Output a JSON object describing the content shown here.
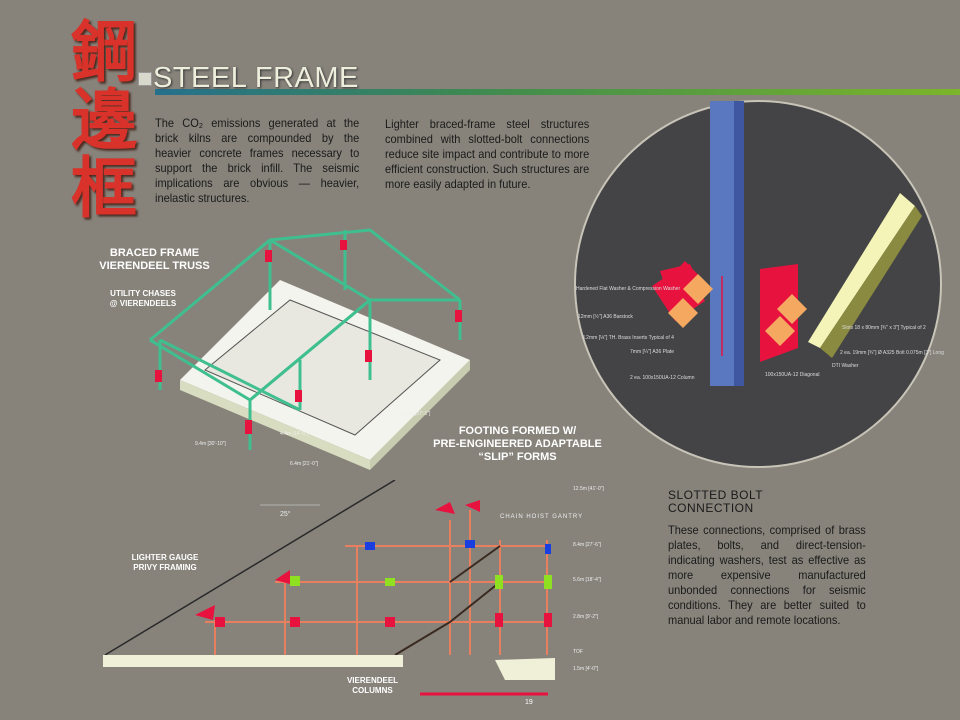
{
  "header": {
    "chinese_title": [
      "鋼",
      "邊",
      "框"
    ],
    "title": "STEEL FRAME"
  },
  "intro": {
    "left_text": "The CO₂ emissions generated at the brick kilns are compounded by the heavier concrete frames necessary to support the brick infill. The seismic implications are obvious — heavier, inelastic structures.",
    "right_text": "Lighter braced-frame steel structures combined with slotted-bolt connections reduce site impact and contribute to more efficient construction. Such structures are more easily adapted in future."
  },
  "iso_diagram": {
    "label_braced": [
      "BRACED FRAME",
      "VIERENDEEL TRUSS"
    ],
    "label_utility": [
      "UTILITY CHASES",
      "@ VIERENDEELS"
    ],
    "label_footing": [
      "FOOTING FORMED W/",
      "PRE-ENGINEERED ADAPTABLE",
      "“SLIP” FORMS"
    ],
    "dims": [
      "9.4m [30'-10\"]",
      "4.4m [14'-5\"]",
      "11.3m [37'-1\"]",
      "6.4m [21'-0\"]"
    ]
  },
  "detail": {
    "callouts": [
      "Hardened Flat Washer & Compression Washer",
      "12mm [½\"] A36 Barstock",
      "3.2mm [⅛\"] TH. Brass Inserts Typical of 4",
      "7mm [¼\"] A36 Plate",
      "2 ea. 100x150UA-12 Column",
      "100x150UA-12 Diagonal",
      "Slots 18 x 80mm [¾\" x 3\"] Typical of 2",
      "2 ea. 19mm [¾\"] Ø A325 Bolt 0.075m [3\"] Long",
      "DTI Washer"
    ]
  },
  "section": {
    "roof_angle": "25°",
    "label_gantry": "CHAIN HOIST GANTRY",
    "label_privy": [
      "LIGHTER GAUGE",
      "PRIVY FRAMING"
    ],
    "label_columns": [
      "VIERENDEEL",
      "COLUMNS"
    ],
    "levels": [
      "12.5m [41'-0\"]",
      "8.4m [27'-6\"]",
      "5.6m [18'-4\"]",
      "2.8m [9'-2\"]",
      "TOF",
      "1.5m [4'-0\"]"
    ]
  },
  "slotted": {
    "heading": [
      "SLOTTED BOLT",
      "CONNECTION"
    ],
    "text": "These connections, comprised of brass plates, bolts, and direct-tension-indicating washers, test as effective as more expensive manufactured unbonded connections for seismic conditions.  They are better suited to manual labor and remote locations."
  },
  "page_number": "19",
  "colors": {
    "accent_red": "#e8123e",
    "frame_green": "#3fbf8f",
    "background": "#87837b"
  }
}
